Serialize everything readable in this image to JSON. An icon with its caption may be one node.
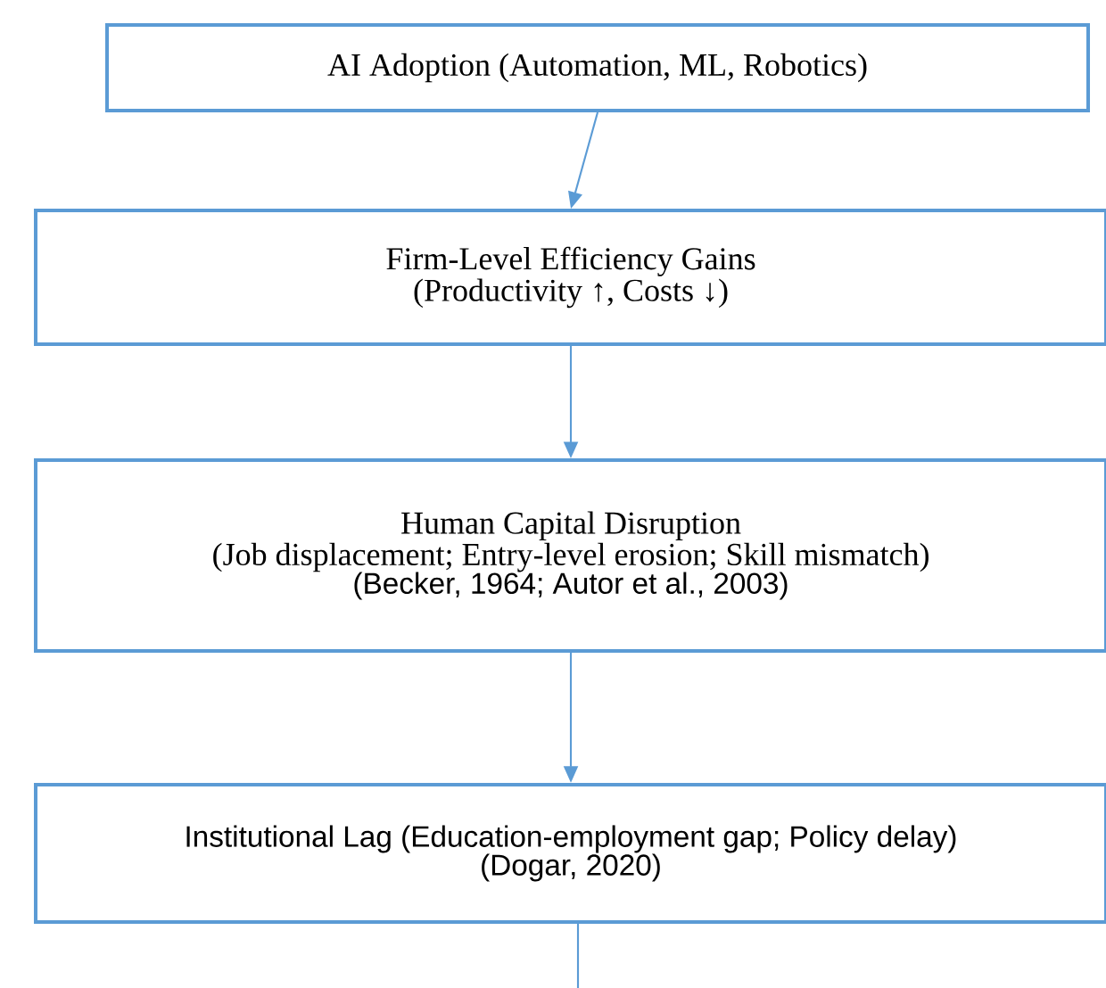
{
  "diagram": {
    "nodes": [
      {
        "text": [
          "AI Adoption (Automation, ML, Robotics)"
        ]
      },
      {
        "text": [
          "Firm-Level Efficiency Gains",
          "(Productivity ↑, Costs ↓)"
        ]
      },
      {
        "text": [
          "Human Capital Disruption",
          "(Job displacement; Entry-level erosion; Skill mismatch)",
          "(Becker, 1964; Autor et al., 2003)"
        ]
      },
      {
        "text": [
          "Institutional Lag (Education-employment gap; Policy delay)",
          "(Dogar, 2020)"
        ]
      }
    ],
    "edges": [
      {
        "from": 0,
        "to": 1,
        "arrow": "to"
      },
      {
        "from": 1,
        "to": 2,
        "arrow": "to"
      },
      {
        "from": 2,
        "to": 3,
        "arrow": "to"
      },
      {
        "from": 3,
        "to": null,
        "arrow": "none"
      }
    ]
  }
}
